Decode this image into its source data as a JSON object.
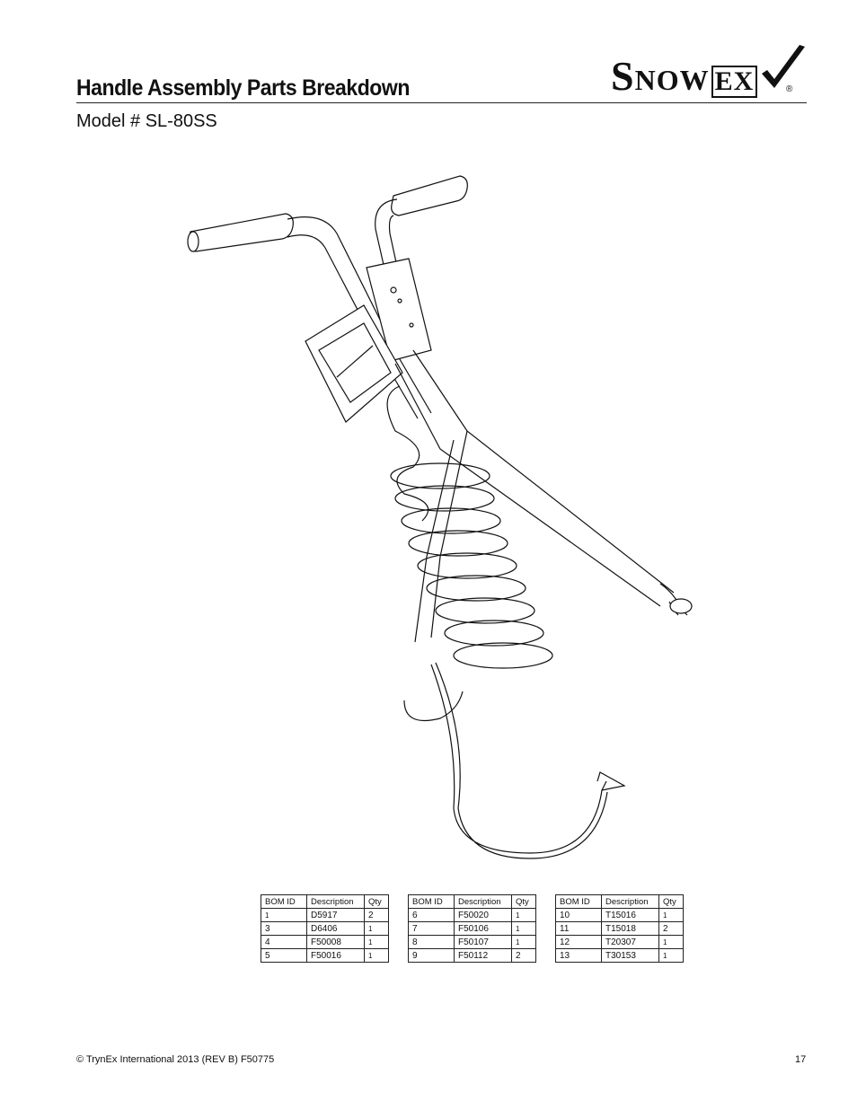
{
  "header": {
    "title": "Handle Assembly Parts Breakdown",
    "subtitle": "Model # SL-80SS",
    "logo": {
      "s": "S",
      "now": "NOW",
      "ex": "EX",
      "reg": "®"
    }
  },
  "bom_tables": [
    {
      "headers": [
        "BOM ID",
        "Description",
        "Qty"
      ],
      "rows": [
        {
          "id": "1",
          "desc": "D5917",
          "qty": "2"
        },
        {
          "id": "3",
          "desc": "D6406",
          "qty": "1"
        },
        {
          "id": "4",
          "desc": "F50008",
          "qty": "1"
        },
        {
          "id": "5",
          "desc": "F50016",
          "qty": "1"
        }
      ]
    },
    {
      "headers": [
        "BOM ID",
        "Description",
        "Qty"
      ],
      "rows": [
        {
          "id": "6",
          "desc": "F50020",
          "qty": "1"
        },
        {
          "id": "7",
          "desc": "F50106",
          "qty": "1"
        },
        {
          "id": "8",
          "desc": "F50107",
          "qty": "1"
        },
        {
          "id": "9",
          "desc": "F50112",
          "qty": "2"
        }
      ]
    },
    {
      "headers": [
        "BOM ID",
        "Description",
        "Qty"
      ],
      "rows": [
        {
          "id": "10",
          "desc": "T15016",
          "qty": "1"
        },
        {
          "id": "11",
          "desc": "T15018",
          "qty": "2"
        },
        {
          "id": "12",
          "desc": "T20307",
          "qty": "1"
        },
        {
          "id": "13",
          "desc": "T30153",
          "qty": "1"
        }
      ]
    }
  ],
  "footer": {
    "copyright": "© TrynEx International 2013 (REV B) F50775",
    "page_number": "17"
  }
}
